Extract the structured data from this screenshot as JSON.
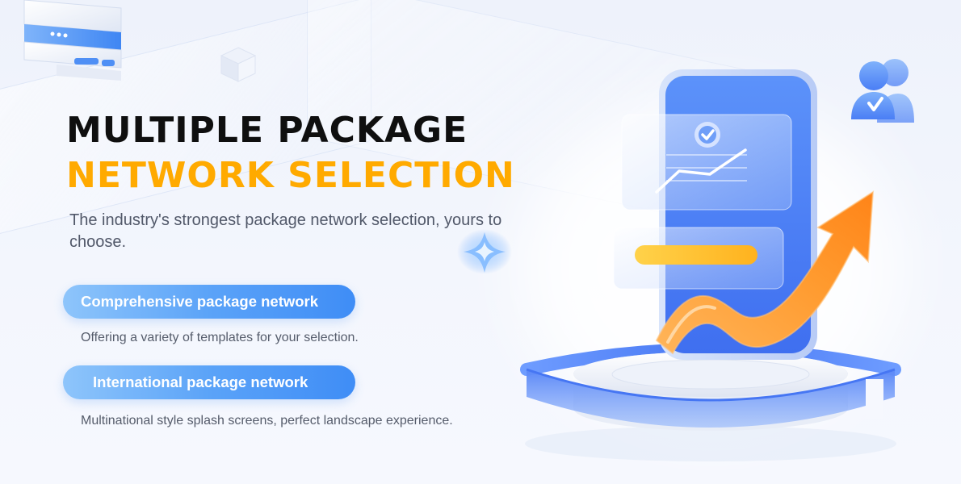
{
  "hero": {
    "title_line1": "MULTIPLE PACKAGE",
    "title_line2": "NETWORK SELECTION",
    "subtitle": "The industry's strongest package network selection, yours to choose."
  },
  "features": [
    {
      "label": "Comprehensive package network",
      "description": "Offering a variety of templates for your selection."
    },
    {
      "label": "International package network",
      "description": "Multinational style splash screens, perfect landscape experience."
    }
  ],
  "icons": {
    "server": "server-icon",
    "cube": "cube-icon",
    "sparkle": "sparkle-icon",
    "phone": "phone-illustration",
    "check": "check-icon",
    "line_chart": "line-chart-icon",
    "arrow": "growth-arrow-icon",
    "users": "users-icon",
    "podium": "podium-icon"
  },
  "colors": {
    "title_dark": "#0f0f0f",
    "title_accent": "#ffaa00",
    "pill_start": "#8ec5fb",
    "pill_end": "#3f8df6",
    "brand_blue": "#4a7ef5",
    "arrow_orange": "#ff9a2e",
    "bar_yellow": "#ffc233"
  }
}
